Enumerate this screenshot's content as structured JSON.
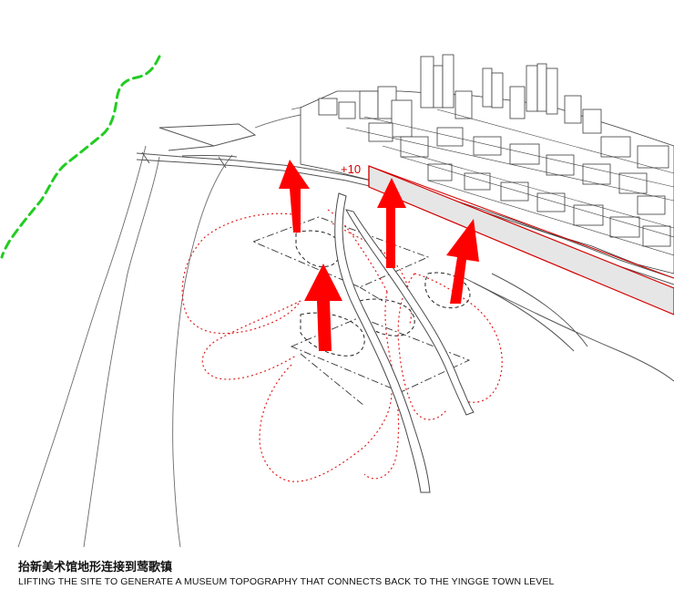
{
  "diagram": {
    "level_label": "+10",
    "colors": {
      "arrow": "#ff0000",
      "raised_outline": "#d40000",
      "raised_fill": "#e6e6e6",
      "contour_red": "#e0201f",
      "green_trace": "#22cc22",
      "linework": "#555555"
    },
    "icons": [
      "lift-arrow-icon"
    ]
  },
  "caption": {
    "title_zh": "抬新美术馆地形连接到莺歌镇",
    "title_en": "LIFTING THE SITE TO GENERATE A MUSEUM TOPOGRAPHY THAT CONNECTS BACK TO THE YINGGE TOWN LEVEL"
  }
}
